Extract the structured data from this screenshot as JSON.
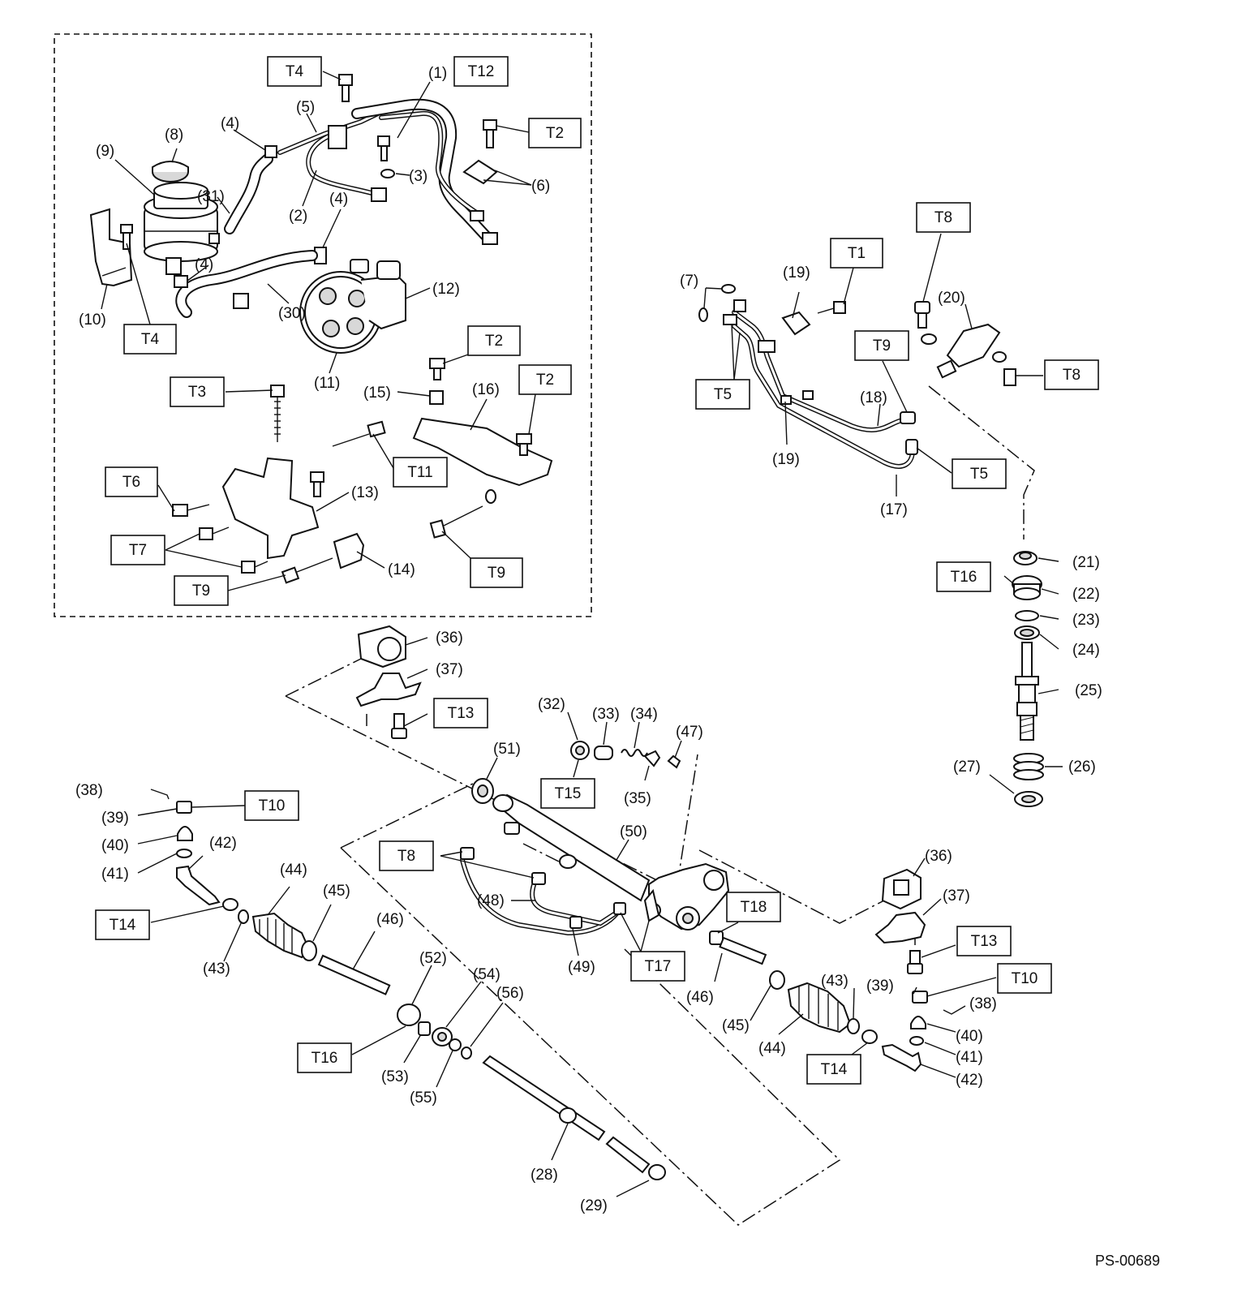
{
  "figure_code": "PS-00689",
  "callouts": [
    {
      "id": "c1",
      "text": "(1)"
    },
    {
      "id": "c2",
      "text": "(2)"
    },
    {
      "id": "c3",
      "text": "(3)"
    },
    {
      "id": "c4a",
      "text": "(4)"
    },
    {
      "id": "c4b",
      "text": "(4)"
    },
    {
      "id": "c4c",
      "text": "(4)"
    },
    {
      "id": "c5",
      "text": "(5)"
    },
    {
      "id": "c6",
      "text": "(6)"
    },
    {
      "id": "c7",
      "text": "(7)"
    },
    {
      "id": "c8",
      "text": "(8)"
    },
    {
      "id": "c9",
      "text": "(9)"
    },
    {
      "id": "c10",
      "text": "(10)"
    },
    {
      "id": "c11",
      "text": "(11)"
    },
    {
      "id": "c12",
      "text": "(12)"
    },
    {
      "id": "c13",
      "text": "(13)"
    },
    {
      "id": "c14",
      "text": "(14)"
    },
    {
      "id": "c15",
      "text": "(15)"
    },
    {
      "id": "c16",
      "text": "(16)"
    },
    {
      "id": "c17",
      "text": "(17)"
    },
    {
      "id": "c18",
      "text": "(18)"
    },
    {
      "id": "c19a",
      "text": "(19)"
    },
    {
      "id": "c19b",
      "text": "(19)"
    },
    {
      "id": "c20",
      "text": "(20)"
    },
    {
      "id": "c21",
      "text": "(21)"
    },
    {
      "id": "c22",
      "text": "(22)"
    },
    {
      "id": "c23",
      "text": "(23)"
    },
    {
      "id": "c24",
      "text": "(24)"
    },
    {
      "id": "c25",
      "text": "(25)"
    },
    {
      "id": "c26",
      "text": "(26)"
    },
    {
      "id": "c27",
      "text": "(27)"
    },
    {
      "id": "c28",
      "text": "(28)"
    },
    {
      "id": "c29",
      "text": "(29)"
    },
    {
      "id": "c30",
      "text": "(30)"
    },
    {
      "id": "c31",
      "text": "(31)"
    },
    {
      "id": "c32",
      "text": "(32)"
    },
    {
      "id": "c33",
      "text": "(33)"
    },
    {
      "id": "c34",
      "text": "(34)"
    },
    {
      "id": "c35",
      "text": "(35)"
    },
    {
      "id": "c36a",
      "text": "(36)"
    },
    {
      "id": "c36b",
      "text": "(36)"
    },
    {
      "id": "c37a",
      "text": "(37)"
    },
    {
      "id": "c37b",
      "text": "(37)"
    },
    {
      "id": "c38a",
      "text": "(38)"
    },
    {
      "id": "c38b",
      "text": "(38)"
    },
    {
      "id": "c39a",
      "text": "(39)"
    },
    {
      "id": "c39b",
      "text": "(39)"
    },
    {
      "id": "c40a",
      "text": "(40)"
    },
    {
      "id": "c40b",
      "text": "(40)"
    },
    {
      "id": "c41a",
      "text": "(41)"
    },
    {
      "id": "c41b",
      "text": "(41)"
    },
    {
      "id": "c42a",
      "text": "(42)"
    },
    {
      "id": "c42b",
      "text": "(42)"
    },
    {
      "id": "c43a",
      "text": "(43)"
    },
    {
      "id": "c43b",
      "text": "(43)"
    },
    {
      "id": "c44a",
      "text": "(44)"
    },
    {
      "id": "c44b",
      "text": "(44)"
    },
    {
      "id": "c45a",
      "text": "(45)"
    },
    {
      "id": "c45b",
      "text": "(45)"
    },
    {
      "id": "c46a",
      "text": "(46)"
    },
    {
      "id": "c46b",
      "text": "(46)"
    },
    {
      "id": "c47",
      "text": "(47)"
    },
    {
      "id": "c48",
      "text": "(48)"
    },
    {
      "id": "c49",
      "text": "(49)"
    },
    {
      "id": "c50",
      "text": "(50)"
    },
    {
      "id": "c51",
      "text": "(51)"
    },
    {
      "id": "c52",
      "text": "(52)"
    },
    {
      "id": "c53",
      "text": "(53)"
    },
    {
      "id": "c54",
      "text": "(54)"
    },
    {
      "id": "c55",
      "text": "(55)"
    },
    {
      "id": "c56",
      "text": "(56)"
    }
  ],
  "torque_labels": [
    {
      "id": "t4a",
      "text": "T4"
    },
    {
      "id": "t12",
      "text": "T12"
    },
    {
      "id": "t2a",
      "text": "T2"
    },
    {
      "id": "t4b",
      "text": "T4"
    },
    {
      "id": "t2b",
      "text": "T2"
    },
    {
      "id": "t2c",
      "text": "T2"
    },
    {
      "id": "t3",
      "text": "T3"
    },
    {
      "id": "t11",
      "text": "T11"
    },
    {
      "id": "t6",
      "text": "T6"
    },
    {
      "id": "t7",
      "text": "T7"
    },
    {
      "id": "t9a",
      "text": "T9"
    },
    {
      "id": "t9b",
      "text": "T9"
    },
    {
      "id": "t8a",
      "text": "T8"
    },
    {
      "id": "t1",
      "text": "T1"
    },
    {
      "id": "t9c",
      "text": "T9"
    },
    {
      "id": "t8b",
      "text": "T8"
    },
    {
      "id": "t5a",
      "text": "T5"
    },
    {
      "id": "t5b",
      "text": "T5"
    },
    {
      "id": "t16a",
      "text": "T16"
    },
    {
      "id": "t13a",
      "text": "T13"
    },
    {
      "id": "t15",
      "text": "T15"
    },
    {
      "id": "t10a",
      "text": "T10"
    },
    {
      "id": "t8c",
      "text": "T8"
    },
    {
      "id": "t14a",
      "text": "T14"
    },
    {
      "id": "t18",
      "text": "T18"
    },
    {
      "id": "t17",
      "text": "T17"
    },
    {
      "id": "t13b",
      "text": "T13"
    },
    {
      "id": "t10b",
      "text": "T10"
    },
    {
      "id": "t14b",
      "text": "T14"
    },
    {
      "id": "t16b",
      "text": "T16"
    }
  ]
}
